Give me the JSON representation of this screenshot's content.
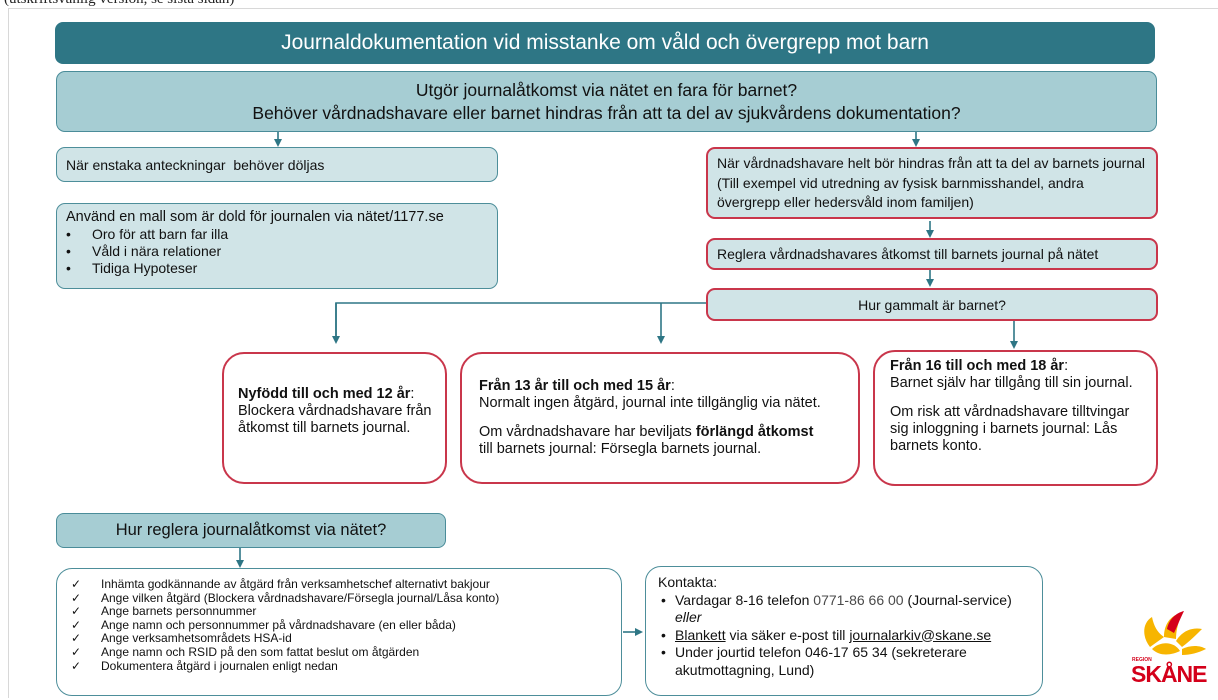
{
  "top_note": "(utskriftsvänlig version, se sista sidan)",
  "title": "Journaldokumentation vid misstanke om våld och övergrepp mot barn",
  "question": {
    "line1": "Utgör journalåtkomst via nätet en fara för barnet?",
    "line2": "Behöver vårdnadshavare eller barnet hindras från att ta del av sjukvårdens dokumentation?"
  },
  "left": {
    "notes_box": "När enstaka anteckningar  behöver döljas",
    "template_box": {
      "heading": "Använd en mall som är dold för journalen via nätet/1177.se",
      "items": [
        "Oro för att barn far illa",
        "Våld i nära relationer",
        "Tidiga Hypoteser"
      ]
    }
  },
  "right": {
    "guardian_box": "När vårdnadshavare helt bör hindras från att ta del av barnets journal (Till exempel vid utredning av fysisk barnmisshandel, andra övergrepp eller hedersvåld inom familjen)",
    "regulate_box": "Reglera vårdnadshavares åtkomst till barnets journal på nätet",
    "age_question": "Hur gammalt är barnet?"
  },
  "age_boxes": {
    "young": {
      "bold": "Nyfödd till och med 12 år",
      "after": ":",
      "text": "Blockera vårdnadshavare från åtkomst till barnets journal."
    },
    "mid": {
      "bold": "Från 13 år till och med 15 år",
      "after": ":",
      "line1": "Normalt ingen åtgärd, journal inte tillgänglig via nätet.",
      "p2_pre": "Om vårdnadshavare har beviljats ",
      "p2_bold": "förlängd åtkomst",
      "p2_post": "till barnets journal: Försegla barnets journal."
    },
    "old": {
      "bold": "Från 16 till och med 18 år",
      "after": ":",
      "line1": "Barnet själv har tillgång till sin journal.",
      "p2": "Om risk att vårdnadshavare tilltvingar sig inloggning i barnets journal: Lås barnets konto."
    }
  },
  "how_box": "Hur reglera journalåtkomst via nätet?",
  "checklist": [
    "Inhämta godkännande av åtgärd från verksamhetschef alternativt bakjour",
    "Ange vilken åtgärd (Blockera vårdnadshavare/Försegla journal/Låsa konto)",
    "Ange barnets personnummer",
    "Ange namn och personnummer på vårdnadshavare (en eller båda)",
    "Ange verksamhetsområdets HSA-id",
    "Ange namn och RSID på den som fattat beslut om åtgärden",
    "Dokumentera åtgärd i journalen enligt nedan"
  ],
  "contact": {
    "heading": "Kontakta:",
    "item1_pre": "Vardagar 8-16 telefon ",
    "item1_phone": "0771-86 66 00",
    "item1_post": " (Journal-service) ",
    "item1_em": "eller",
    "item2_link": "Blankett",
    "item2_mid": " via säker e-post till ",
    "item2_email": "journalarkiv@skane.se",
    "item3": "Under jourtid telefon 046-17 65 34 (sekreterare akutmottagning, Lund)"
  },
  "logo": {
    "small": "REGION",
    "name": "SKÅNE"
  },
  "colors": {
    "teal": "#2e7685",
    "light_teal": "#d0e4e7",
    "question_fill": "#a6cdd3",
    "red_border": "#c9364b",
    "logo_yellow": "#f7b500",
    "logo_red": "#d4001a"
  }
}
